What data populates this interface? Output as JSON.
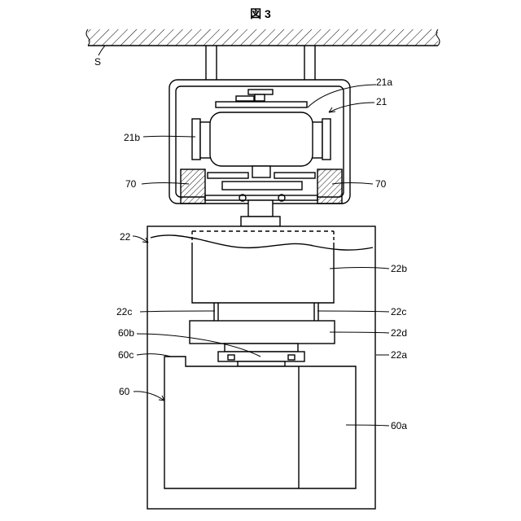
{
  "figure": {
    "title": "図 3"
  },
  "labels": {
    "ceiling": "S",
    "motor_assembly": "21",
    "motor_shaft_part": "21a",
    "motor_body": "21b",
    "weight_left": "70",
    "weight_right": "70",
    "housing": "22",
    "housing_upper": "22b",
    "support_left": "22c",
    "support_right": "22c",
    "plate": "22d",
    "frame": "22a",
    "connector": "60b",
    "notch": "60c",
    "container": "60",
    "container_part": "60a"
  }
}
